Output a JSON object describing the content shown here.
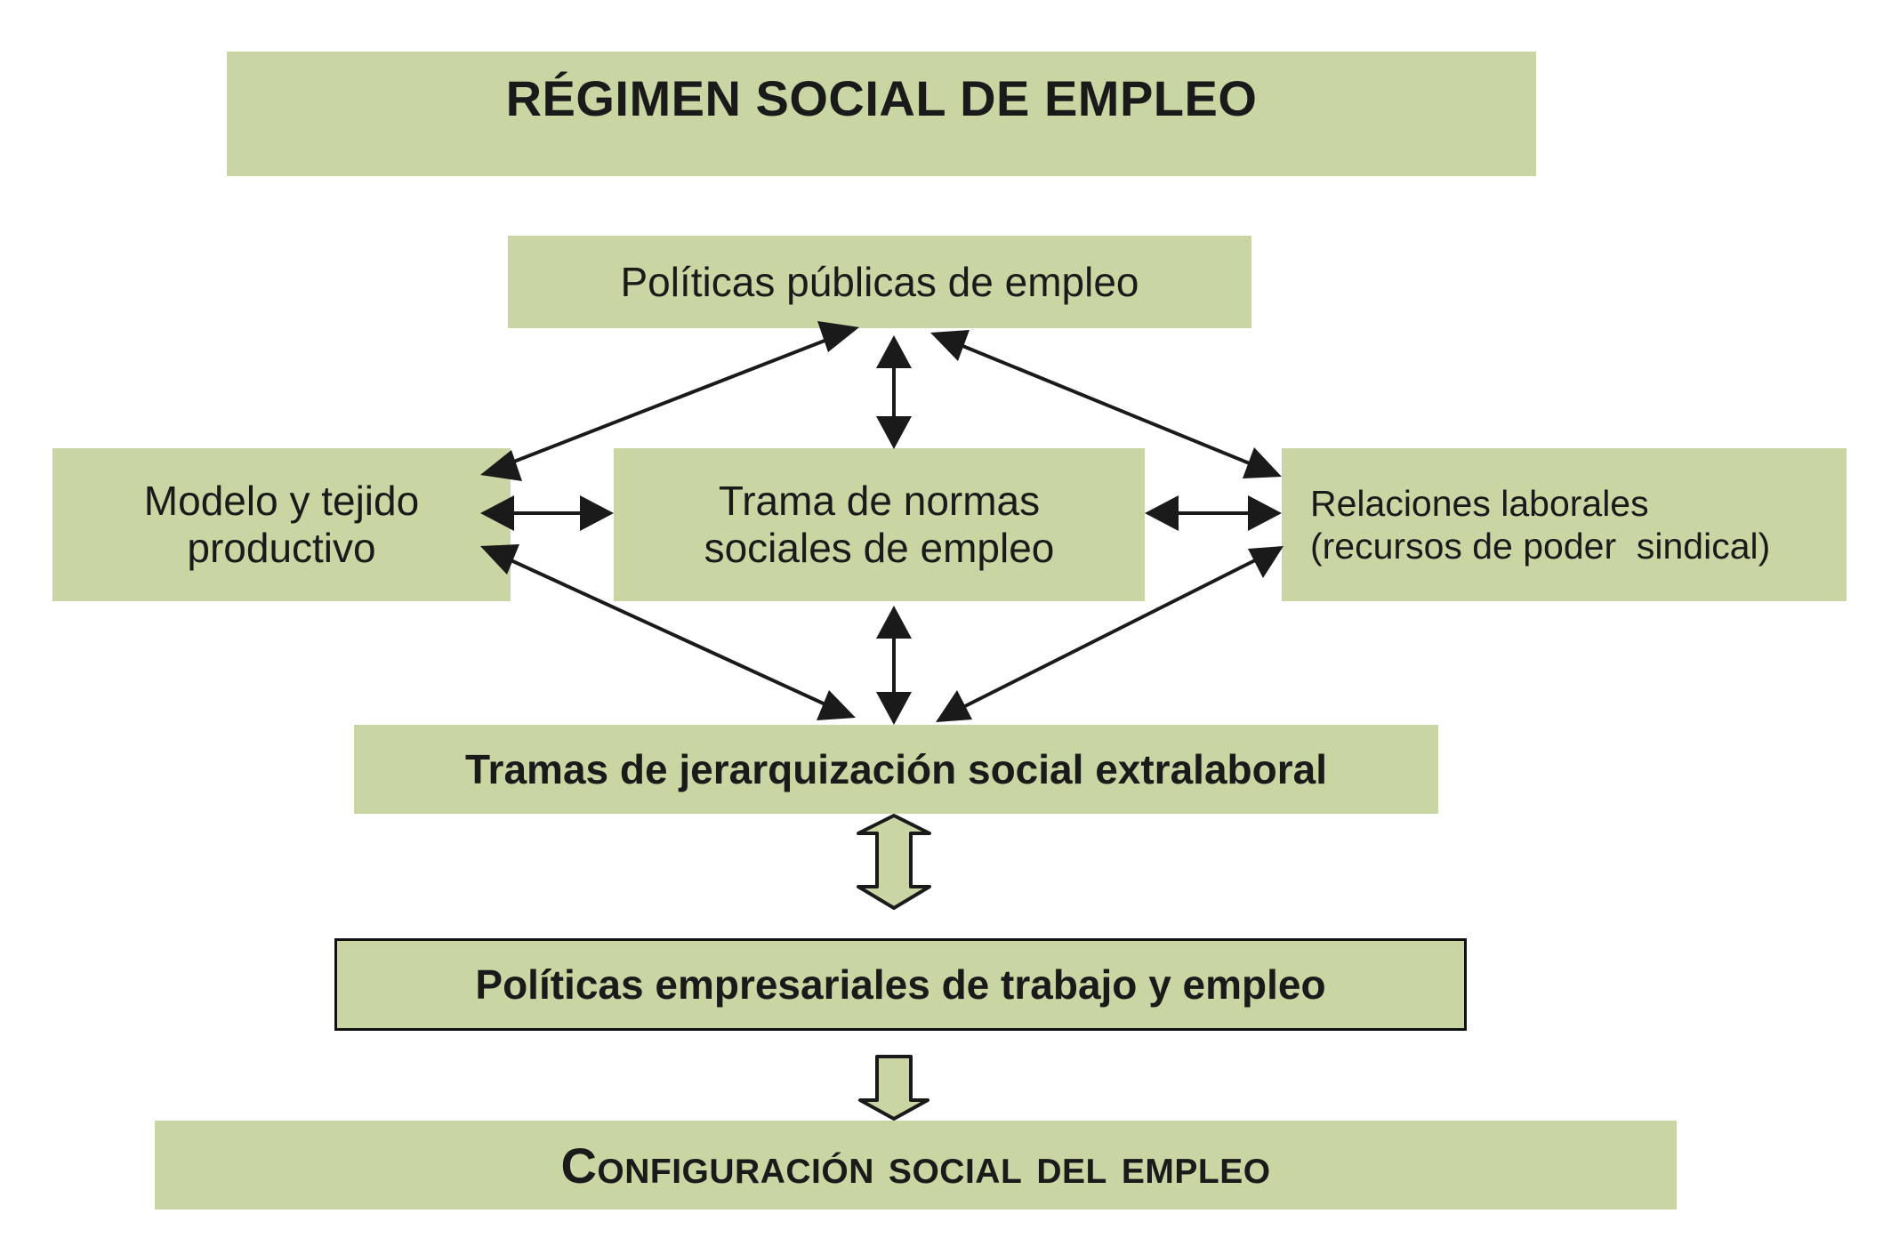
{
  "diagram": {
    "title": "RÉGIMEN SOCIAL DE EMPLEO",
    "nodes": {
      "politicas_publicas": "Políticas públicas de empleo",
      "modelo_tejido": [
        "Modelo y tejido",
        "productivo"
      ],
      "trama_normas": [
        "Trama de normas",
        "sociales de empleo"
      ],
      "relaciones_laborales": [
        "Relaciones laborales",
        "(recursos de poder  sindical)"
      ],
      "tramas_jerarquizacion": "Tramas de jerarquización social extralaboral",
      "politicas_empresariales": "Políticas empresariales de trabajo y empleo",
      "configuracion": "Configuración social del empleo"
    },
    "edges": [
      {
        "from": "politicas_publicas",
        "to": "modelo_tejido",
        "direction": "both"
      },
      {
        "from": "politicas_publicas",
        "to": "trama_normas",
        "direction": "both"
      },
      {
        "from": "politicas_publicas",
        "to": "relaciones_laborales",
        "direction": "both"
      },
      {
        "from": "modelo_tejido",
        "to": "trama_normas",
        "direction": "both"
      },
      {
        "from": "trama_normas",
        "to": "relaciones_laborales",
        "direction": "both"
      },
      {
        "from": "modelo_tejido",
        "to": "tramas_jerarquizacion",
        "direction": "both"
      },
      {
        "from": "trama_normas",
        "to": "tramas_jerarquizacion",
        "direction": "both"
      },
      {
        "from": "relaciones_laborales",
        "to": "tramas_jerarquizacion",
        "direction": "both"
      },
      {
        "from": "tramas_jerarquizacion",
        "to": "politicas_empresariales",
        "direction": "both",
        "style": "hollow"
      },
      {
        "from": "politicas_empresariales",
        "to": "configuracion",
        "direction": "forward",
        "style": "hollow"
      }
    ],
    "colors": {
      "box_fill": "#c9d5a2",
      "arrow": "#1a1a1a",
      "text": "#1a1a1a"
    }
  }
}
